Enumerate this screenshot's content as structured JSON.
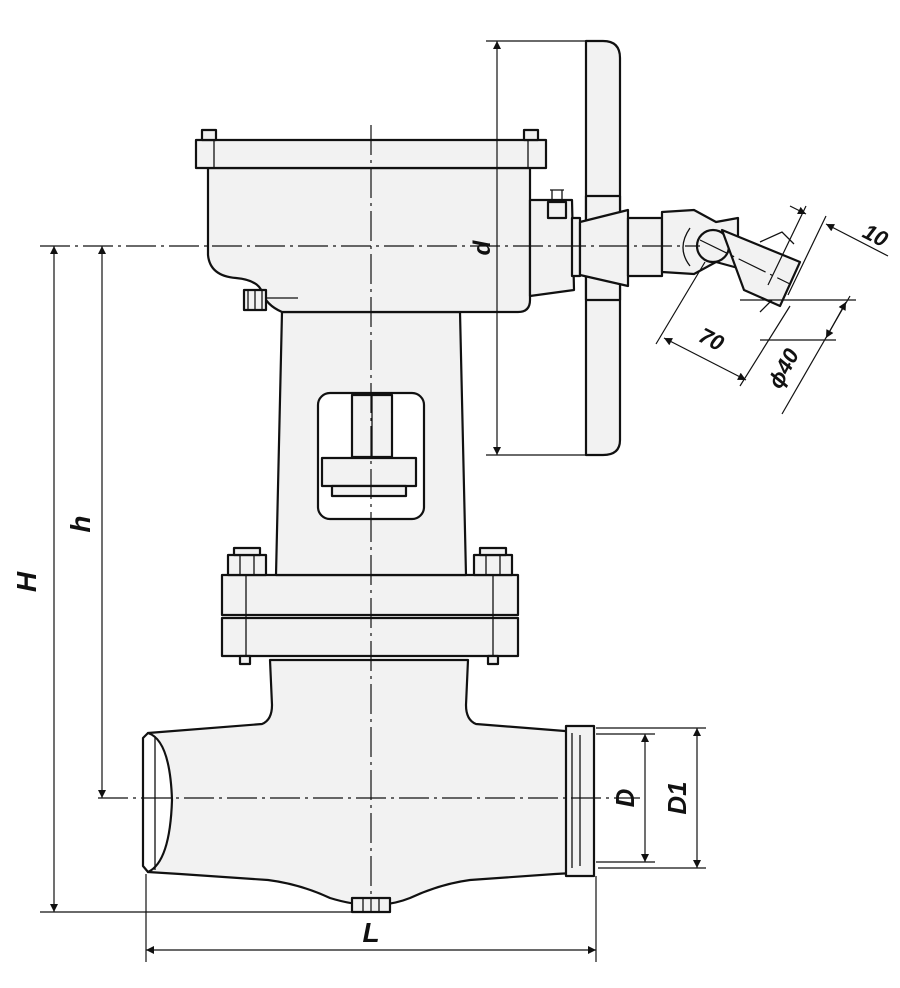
{
  "labels": {
    "H": "H",
    "h": "h",
    "L": "L",
    "D": "D",
    "D1": "D1",
    "d": "d",
    "dim_70": "70",
    "dim_10": "10",
    "dim_40": "ϕ40"
  },
  "colors": {
    "ink": "#111111",
    "body_fill": "#f2f2f2",
    "paper": "#ffffff"
  }
}
